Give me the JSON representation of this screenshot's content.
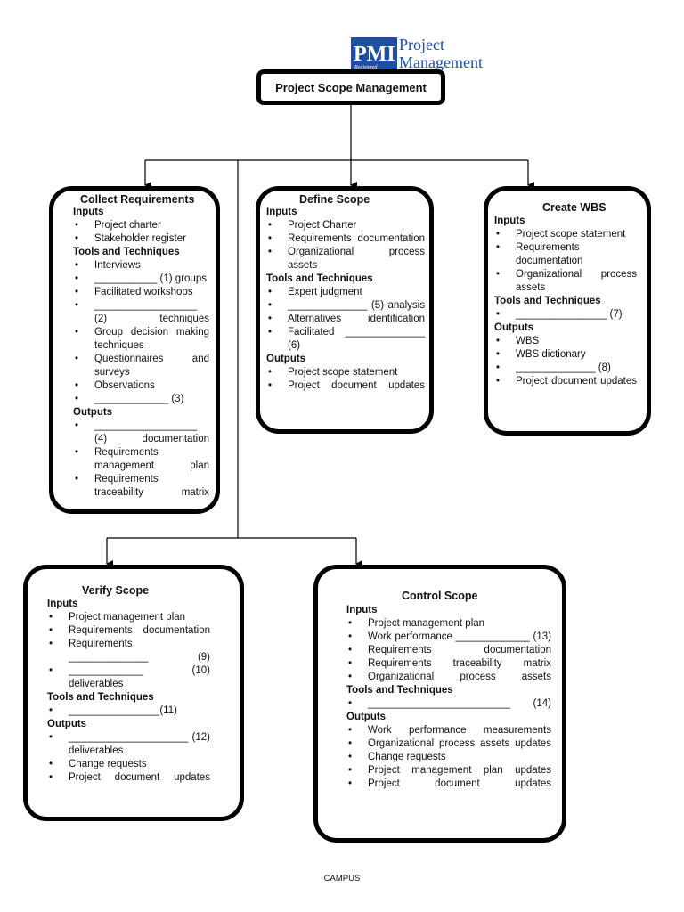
{
  "logo": {
    "line1": "Project",
    "line2": "Management",
    "mark": "PMI",
    "registered": "Registered"
  },
  "title": "Project Scope Management",
  "collect": {
    "title": "Collect Requirements",
    "inputs_label": "Inputs",
    "inputs": [
      "Project charter",
      "Stakeholder register"
    ],
    "tools_label": "Tools and Techniques",
    "tools": [
      "Interviews",
      "___________ (1) groups",
      "Facilitated workshops",
      "__________________ (2) techniques",
      "Group decision making techniques",
      "Questionnaires and surveys",
      "Observations",
      "_____________ (3)"
    ],
    "outputs_label": "Outputs",
    "outputs": [
      "__________________ (4) documentation",
      "Requirements management plan",
      "Requirements traceability matrix"
    ]
  },
  "define": {
    "title": "Define Scope",
    "inputs_label": "Inputs",
    "inputs": [
      "Project Charter",
      "Requirements documentation",
      "Organizational process assets"
    ],
    "tools_label": "Tools and Techniques",
    "tools": [
      "Expert judgment",
      "______________ (5) analysis",
      "Alternatives identification",
      "Facilitated ______________ (6)"
    ],
    "outputs_label": "Outputs",
    "outputs": [
      "Project scope statement",
      "Project document updates"
    ]
  },
  "wbs": {
    "title": "Create WBS",
    "inputs_label": "Inputs",
    "inputs": [
      "Project scope statement",
      "Requirements documentation",
      "Organizational process assets"
    ],
    "tools_label": "Tools and Techniques",
    "tools": [
      "________________ (7)"
    ],
    "outputs_label": "Outputs",
    "outputs": [
      "WBS",
      "WBS dictionary",
      "______________ (8)",
      "Project document updates"
    ]
  },
  "verify": {
    "title": "Verify Scope",
    "inputs_label": "Inputs",
    "inputs": [
      "Project management plan",
      "Requirements documentation",
      "Requirements ______________ (9)",
      "_____________ (10) deliverables"
    ],
    "tools_label": "Tools and Techniques",
    "tools": [
      "________________(11)"
    ],
    "outputs_label": "Outputs",
    "outputs": [
      "_____________________ (12) deliverables",
      "Change requests",
      "Project document updates"
    ]
  },
  "control": {
    "title": "Control Scope",
    "inputs_label": "Inputs",
    "inputs": [
      "Project management plan",
      "Work performance _____________ (13)",
      "Requirements documentation",
      "Requirements traceability matrix",
      "Organizational process assets"
    ],
    "tools_label": "Tools and Techniques",
    "tools": [
      "_________________________ (14)"
    ],
    "outputs_label": "Outputs",
    "outputs": [
      "Work performance measurements",
      "Organizational process assets updates",
      "Change requests",
      "Project management plan updates",
      "Project document updates"
    ]
  },
  "footer": "CAMPUS",
  "colors": {
    "logo_blue": "#1f4ea3"
  }
}
